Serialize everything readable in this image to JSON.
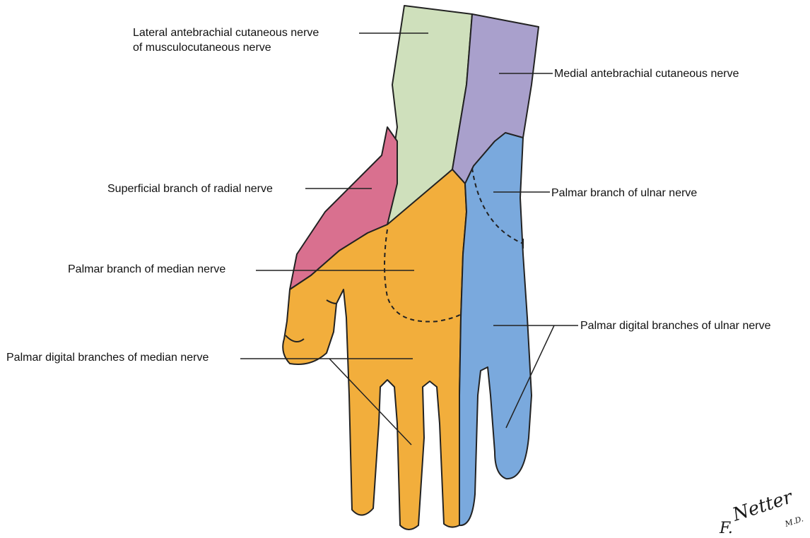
{
  "labels": {
    "lateral_line1": "Lateral antebrachial cutaneous nerve",
    "lateral_line2": "of musculocutaneous nerve",
    "medial": "Medial antebrachial cutaneous nerve",
    "superficial_radial": "Superficial branch of radial nerve",
    "palmar_ulnar": "Palmar branch of ulnar nerve",
    "palmar_median": "Palmar branch of median nerve",
    "digital_ulnar": "Palmar digital branches of ulnar nerve",
    "digital_median": "Palmar digital branches of median nerve"
  },
  "signature": {
    "name": "Netter",
    "initial": "F.",
    "suffix": "M.D."
  },
  "colors": {
    "lateral_antebrachial": "#cfe0bc",
    "medial_antebrachial": "#a9a0cc",
    "superficial_radial": "#d9708f",
    "median": "#f2ae3c",
    "ulnar": "#7aa9dd",
    "outline": "#222222"
  }
}
